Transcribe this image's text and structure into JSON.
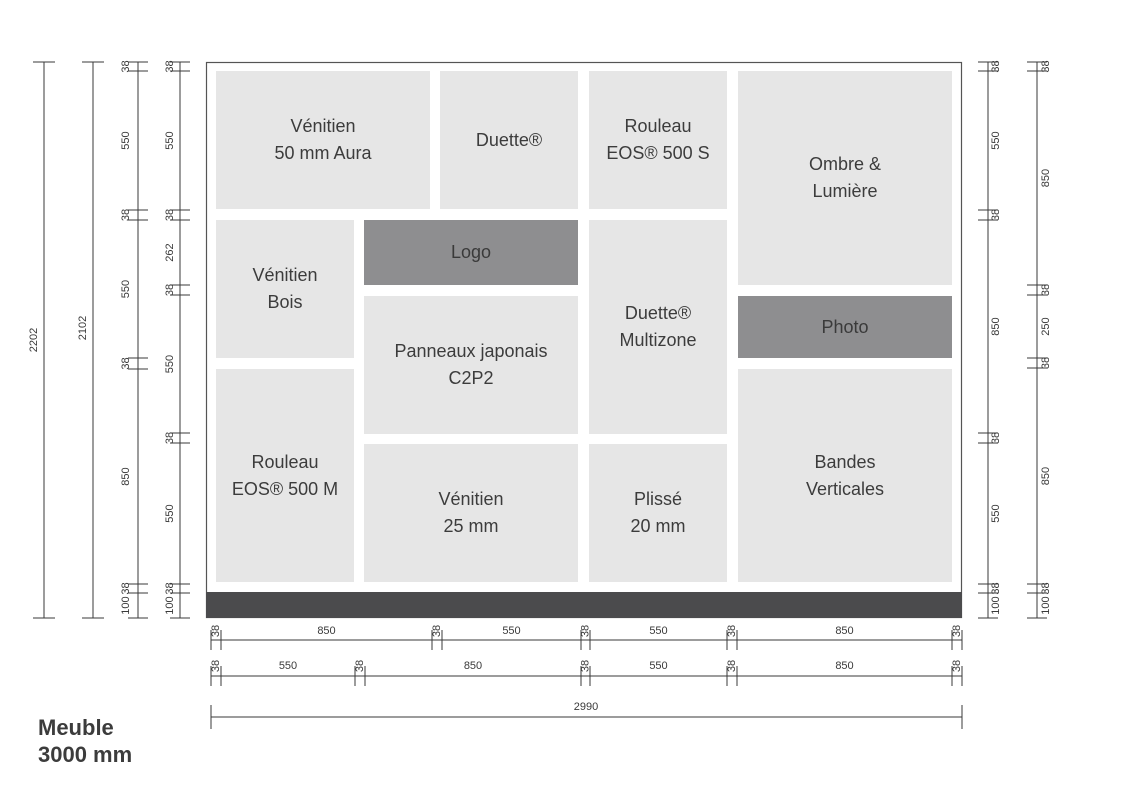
{
  "colors": {
    "panel": "#e6e6e6",
    "panel_dark": "#8e8e90",
    "base_bar": "#4b4b4d",
    "line": "#3a3a3a",
    "frame": "#555555"
  },
  "panels": [
    {
      "id": "venitien-50-aura",
      "label": "Vénitien\n50 mm Aura",
      "tone": "light"
    },
    {
      "id": "duette",
      "label": "Duette®",
      "tone": "light"
    },
    {
      "id": "rouleau-eos-500-s",
      "label": "Rouleau\nEOS® 500 S",
      "tone": "light"
    },
    {
      "id": "ombre-lumiere",
      "label": "Ombre &\nLumière",
      "tone": "light"
    },
    {
      "id": "venitien-bois",
      "label": "Vénitien\nBois",
      "tone": "light"
    },
    {
      "id": "logo",
      "label": "Logo",
      "tone": "dark"
    },
    {
      "id": "duette-multizone",
      "label": "Duette®\nMultizone",
      "tone": "light"
    },
    {
      "id": "photo",
      "label": "Photo",
      "tone": "dark"
    },
    {
      "id": "panneaux-japonais",
      "label": "Panneaux japonais\nC2P2",
      "tone": "light"
    },
    {
      "id": "rouleau-eos-500-m",
      "label": "Rouleau\nEOS® 500 M",
      "tone": "light"
    },
    {
      "id": "venitien-25",
      "label": "Vénitien\n25 mm",
      "tone": "light"
    },
    {
      "id": "plisse-20",
      "label": "Plissé\n20 mm",
      "tone": "light"
    },
    {
      "id": "bandes-verticales",
      "label": "Bandes\nVerticales",
      "tone": "light"
    }
  ],
  "dimensions": {
    "total_height": "2202",
    "inner_height": "2102",
    "left_col_a": [
      "38",
      "550",
      "38",
      "550",
      "38",
      "850",
      "38",
      "100"
    ],
    "left_col_b": [
      "38",
      "550",
      "38",
      "262",
      "38",
      "550",
      "38",
      "550",
      "38",
      "100"
    ],
    "right_col_a": [
      "38",
      "550",
      "38",
      "850",
      "38",
      "550",
      "38",
      "100"
    ],
    "right_col_b": [
      "38",
      "850",
      "38",
      "250",
      "38",
      "850",
      "38",
      "100"
    ],
    "bottom_row_1": [
      "38",
      "850",
      "38",
      "550",
      "38",
      "550",
      "38",
      "850",
      "38"
    ],
    "bottom_row_2": [
      "38",
      "550",
      "38",
      "850",
      "38",
      "550",
      "38",
      "850",
      "38"
    ],
    "overall_width": "2990"
  },
  "caption": {
    "line1": "Meuble",
    "line2": "3000 mm"
  }
}
